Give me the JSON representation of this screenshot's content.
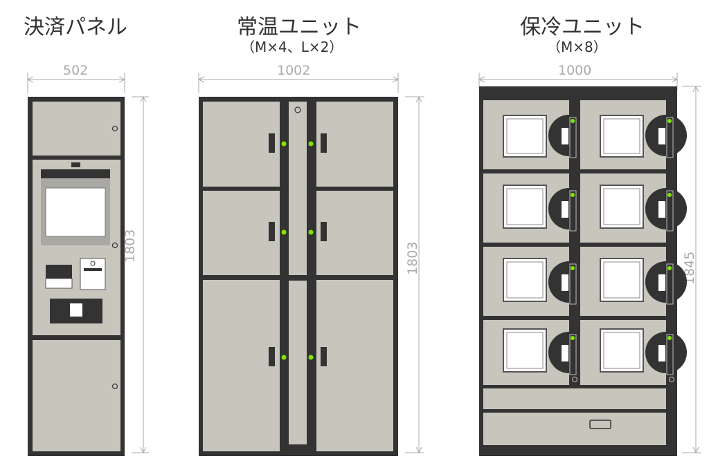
{
  "units": [
    {
      "title": "決済パネル",
      "subtitle": "",
      "width_label": "502",
      "height_label": "1803"
    },
    {
      "title": "常温ユニット",
      "subtitle": "（M×4、L×2）",
      "width_label": "1002",
      "height_label": "1803"
    },
    {
      "title": "保冷ユニット",
      "subtitle": "（M×8）",
      "width_label": "1000",
      "height_label": "1845"
    }
  ],
  "colors": {
    "frame": "#333333",
    "door": "#c8c5bd",
    "accent": "#7ee600",
    "dim": "#aaaaaa"
  }
}
